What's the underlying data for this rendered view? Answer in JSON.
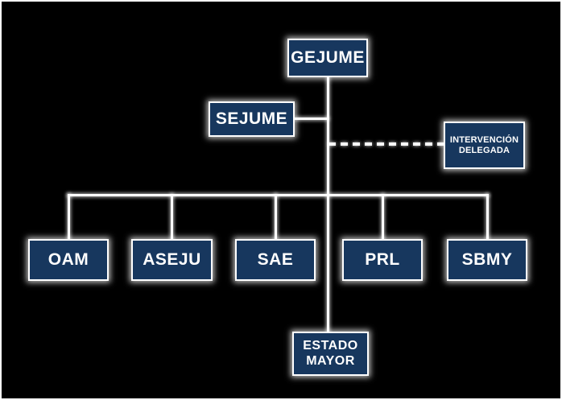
{
  "diagram": {
    "type": "org-chart",
    "colors": {
      "background": "#000000",
      "node_fill": "#17375e",
      "node_border": "#ffffff",
      "text": "#ffffff",
      "connector": "#ffffff"
    },
    "nodes": [
      {
        "id": "gejume",
        "label": "GEJUME"
      },
      {
        "id": "sejume",
        "label": "SEJUME"
      },
      {
        "id": "intervencion-delegada",
        "label": "INTERVENCIÓN DELEGADA"
      },
      {
        "id": "oam",
        "label": "OAM"
      },
      {
        "id": "aseju",
        "label": "ASEJU"
      },
      {
        "id": "sae",
        "label": "SAE"
      },
      {
        "id": "prl",
        "label": "PRL"
      },
      {
        "id": "sbmy",
        "label": "SBMY"
      },
      {
        "id": "estado-mayor",
        "label": "ESTADO MAYOR"
      }
    ],
    "edges": [
      {
        "from": "GEJUME",
        "to": "SEJUME",
        "style": "solid"
      },
      {
        "from": "GEJUME",
        "to": "INTERVENCIÓN DELEGADA",
        "style": "dashed"
      },
      {
        "from": "GEJUME",
        "to": "OAM",
        "style": "solid"
      },
      {
        "from": "GEJUME",
        "to": "ASEJU",
        "style": "solid"
      },
      {
        "from": "GEJUME",
        "to": "SAE",
        "style": "solid"
      },
      {
        "from": "GEJUME",
        "to": "PRL",
        "style": "solid"
      },
      {
        "from": "GEJUME",
        "to": "SBMY",
        "style": "solid"
      },
      {
        "from": "GEJUME",
        "to": "ESTADO MAYOR",
        "style": "solid"
      }
    ]
  }
}
